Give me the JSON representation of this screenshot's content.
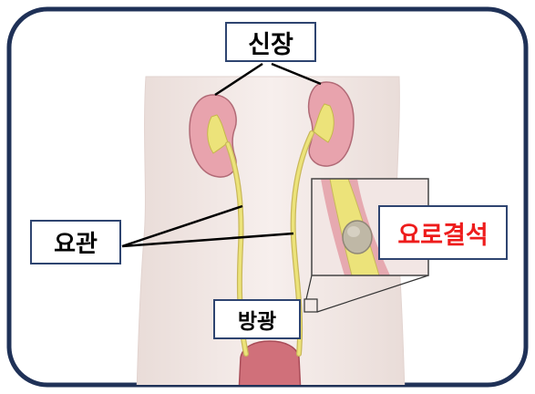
{
  "labels": {
    "kidney": "신장",
    "ureter": "요관",
    "stone": "요로결석",
    "bladder": "방광"
  },
  "colors": {
    "frame_border": "#1f3157",
    "label_border": "#2e4470",
    "stone_text": "#ee1c1c",
    "label_text": "#000000",
    "skin": "#f3e7e4",
    "kidney": "#e8a3ad",
    "urine": "#ece37a",
    "bladder": "#d0707a"
  }
}
